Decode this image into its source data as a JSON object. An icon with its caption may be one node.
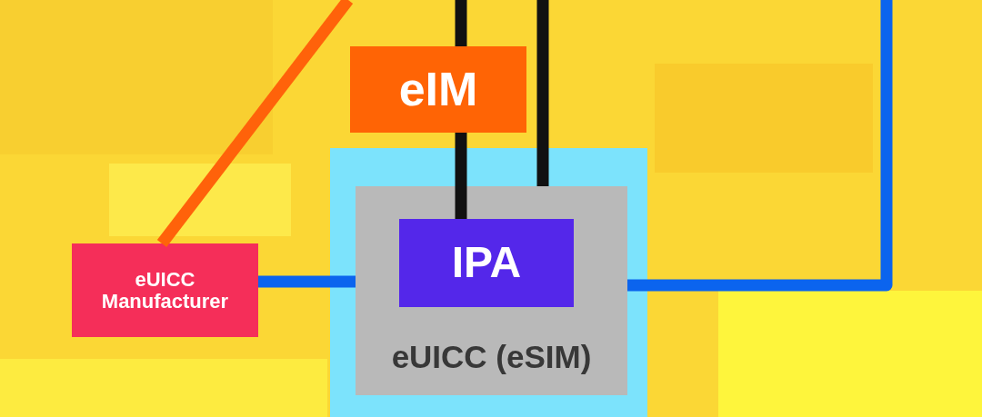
{
  "diagram": {
    "nodes": [
      {
        "text": [
          "eIM"
        ]
      },
      {
        "text": [],
        "shape": "box"
      },
      {
        "text": [
          "eUICC (eSIM)"
        ],
        "in": 1
      },
      {
        "text": [
          "IPA"
        ],
        "in": 2
      },
      {
        "text": [
          "eUICC Manufacturer"
        ]
      }
    ],
    "edges": [
      {
        "from": null,
        "to": 0,
        "arrow": "none"
      },
      {
        "from": 0,
        "to": 3,
        "arrow": "none"
      },
      {
        "from": null,
        "to": 2,
        "arrow": "none"
      },
      {
        "from": null,
        "to": 4,
        "arrow": "none",
        "color": "#ff620a"
      },
      {
        "from": 4,
        "to": 2,
        "arrow": "none",
        "color": "#0b64ee"
      },
      {
        "from": 2,
        "to": null,
        "arrow": "none",
        "color": "#0b64ee"
      }
    ]
  }
}
